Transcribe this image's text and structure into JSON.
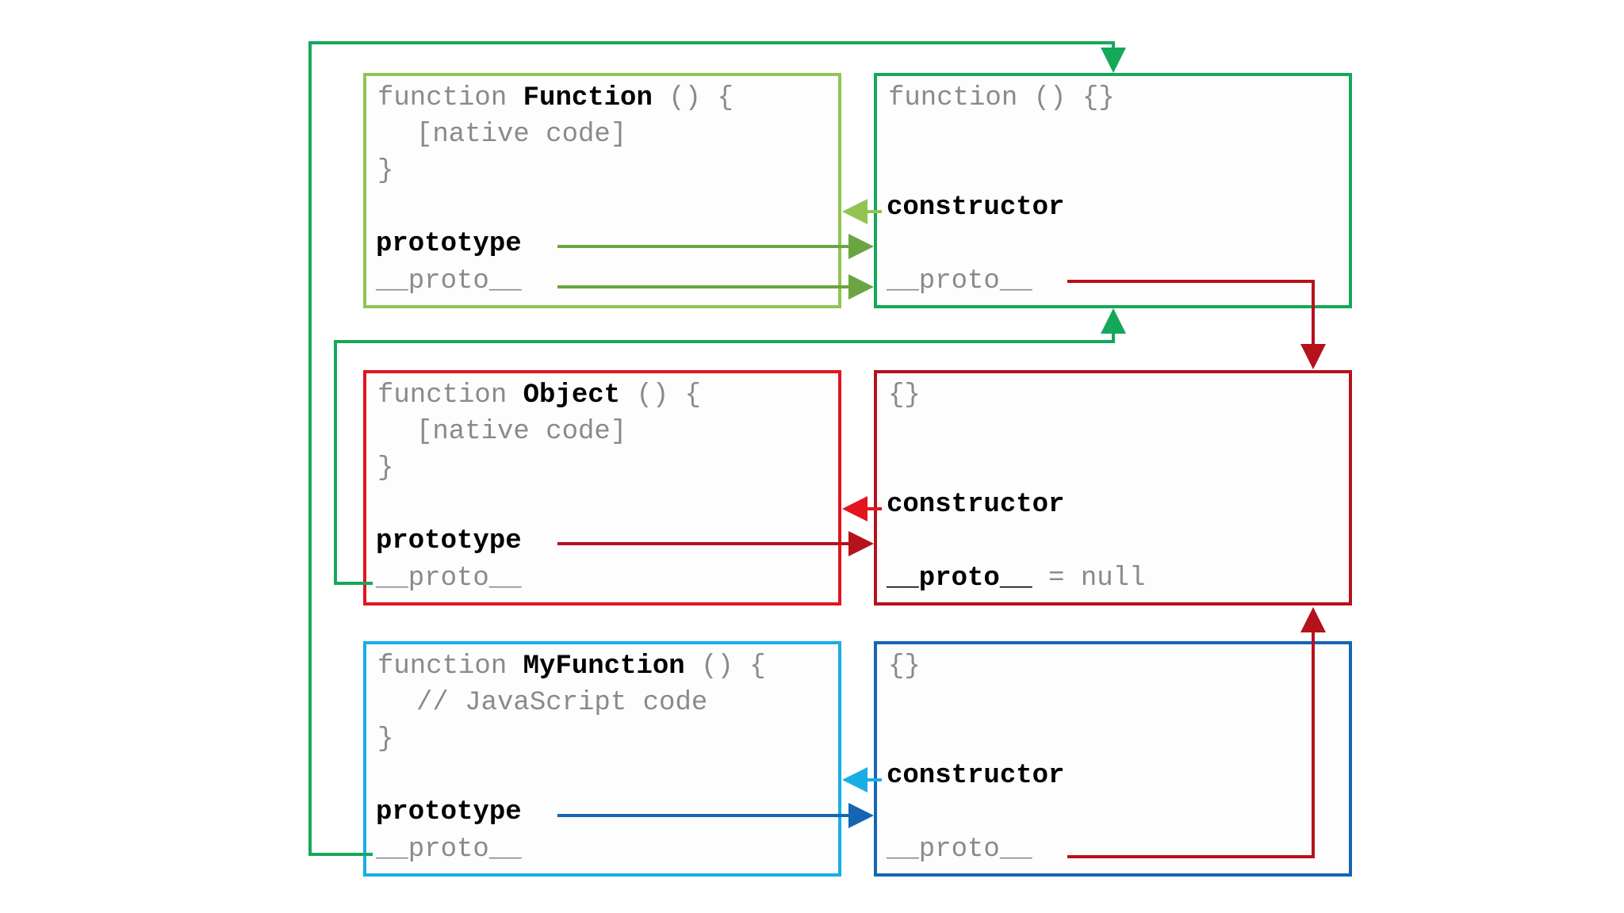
{
  "colors": {
    "function_box": "#92c353",
    "function_proto_box": "#14a85a",
    "object_box": "#e3141c",
    "object_proto_box": "#b5121b",
    "myfunction_box": "#19aee3",
    "myfunction_proto_box": "#1565b3",
    "function_arrow": "#6aa542",
    "object_arrow": "#b5121b",
    "myfunction_arrow": "#1565b3",
    "root_arrow": "#14a85a",
    "gray_text": "#8a8a8a"
  },
  "function_box": {
    "kw": "function",
    "name": "Function",
    "parens": "() {",
    "body": "[native code]",
    "close": "}",
    "prototype": "prototype",
    "proto": "__proto__"
  },
  "function_proto_box": {
    "header": "function () {}",
    "constructor": "constructor",
    "proto": "__proto__"
  },
  "object_box": {
    "kw": "function",
    "name": "Object",
    "parens": "() {",
    "body": "[native code]",
    "close": "}",
    "prototype": "prototype",
    "proto": "__proto__"
  },
  "object_proto_box": {
    "header": "{}",
    "constructor": "constructor",
    "proto": "__proto__",
    "null_suffix": "= null"
  },
  "myfunction_box": {
    "kw": "function",
    "name": "MyFunction",
    "parens": "() {",
    "body": "// JavaScript code",
    "close": "}",
    "prototype": "prototype",
    "proto": "__proto__"
  },
  "myfunction_proto_box": {
    "header": "{}",
    "constructor": "constructor",
    "proto": "__proto__"
  }
}
